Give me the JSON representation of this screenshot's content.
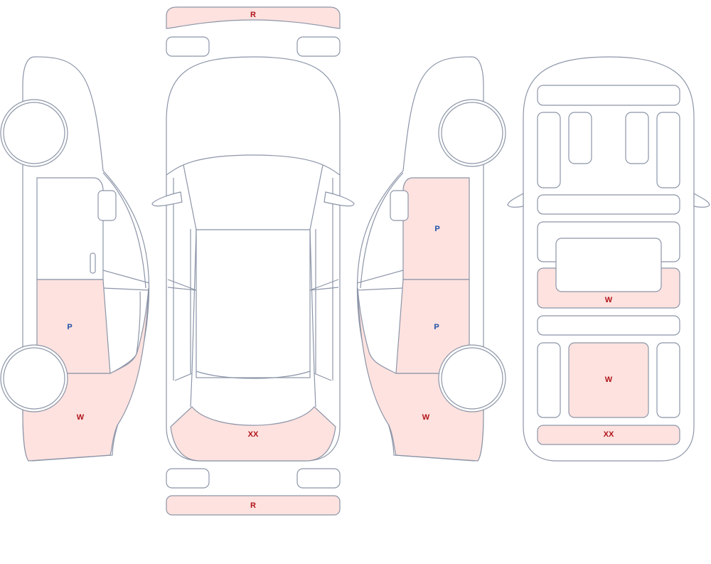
{
  "colors": {
    "outline": "#8c95a8",
    "damaged_fill": "#fde2df",
    "code_red": "#b0141a",
    "code_blue": "#1f4fa8"
  },
  "views": {
    "left_side": {
      "rear_door": {
        "code": "P",
        "color": "blue"
      },
      "rear_quarter": {
        "code": "W",
        "color": "red"
      }
    },
    "top": {
      "front_bumper": {
        "code": "R",
        "color": "red"
      },
      "rear_bumper_section": {
        "code": "XX",
        "color": "red"
      },
      "rear_bumper": {
        "code": "R",
        "color": "red"
      }
    },
    "right_side": {
      "front_door": {
        "code": "P",
        "color": "blue"
      },
      "rear_door": {
        "code": "P",
        "color": "blue"
      },
      "rear_quarter": {
        "code": "W",
        "color": "red"
      }
    },
    "interior": {
      "rear_seat_row": {
        "code": "W",
        "color": "red"
      },
      "cargo_floor": {
        "code": "W",
        "color": "red"
      },
      "rear_sill": {
        "code": "XX",
        "color": "red"
      }
    }
  }
}
